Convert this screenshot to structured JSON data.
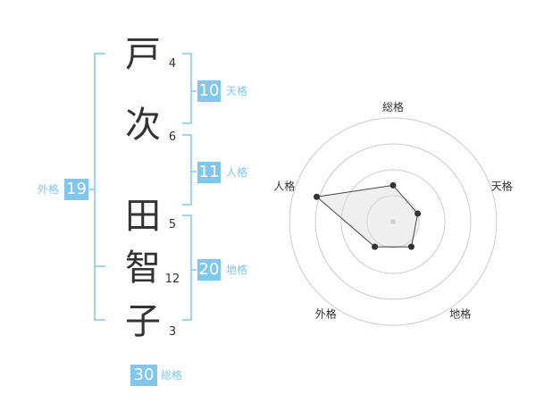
{
  "name_chars": [
    {
      "char": "戸",
      "strokes": "4"
    },
    {
      "char": "次",
      "strokes": "6"
    },
    {
      "char": "田",
      "strokes": "5"
    },
    {
      "char": "智",
      "strokes": "12"
    },
    {
      "char": "子",
      "strokes": "3"
    }
  ],
  "kakusu": {
    "tenkaku": {
      "value": "10",
      "label": "天格"
    },
    "jinkaku": {
      "value": "11",
      "label": "人格"
    },
    "chikaku": {
      "value": "20",
      "label": "地格"
    },
    "gaikaku": {
      "value": "19",
      "label": "外格"
    },
    "soukaku": {
      "value": "30",
      "label": "総格"
    }
  },
  "colors": {
    "accent": "#7fc7ef",
    "text": "#333333",
    "grid": "#cccccc"
  },
  "chart_data": {
    "type": "radar",
    "axes": [
      "総格",
      "天格",
      "地格",
      "外格",
      "人格"
    ],
    "levels": 4,
    "values": [
      1.4,
      1.0,
      1.2,
      1.2,
      3.1
    ]
  }
}
